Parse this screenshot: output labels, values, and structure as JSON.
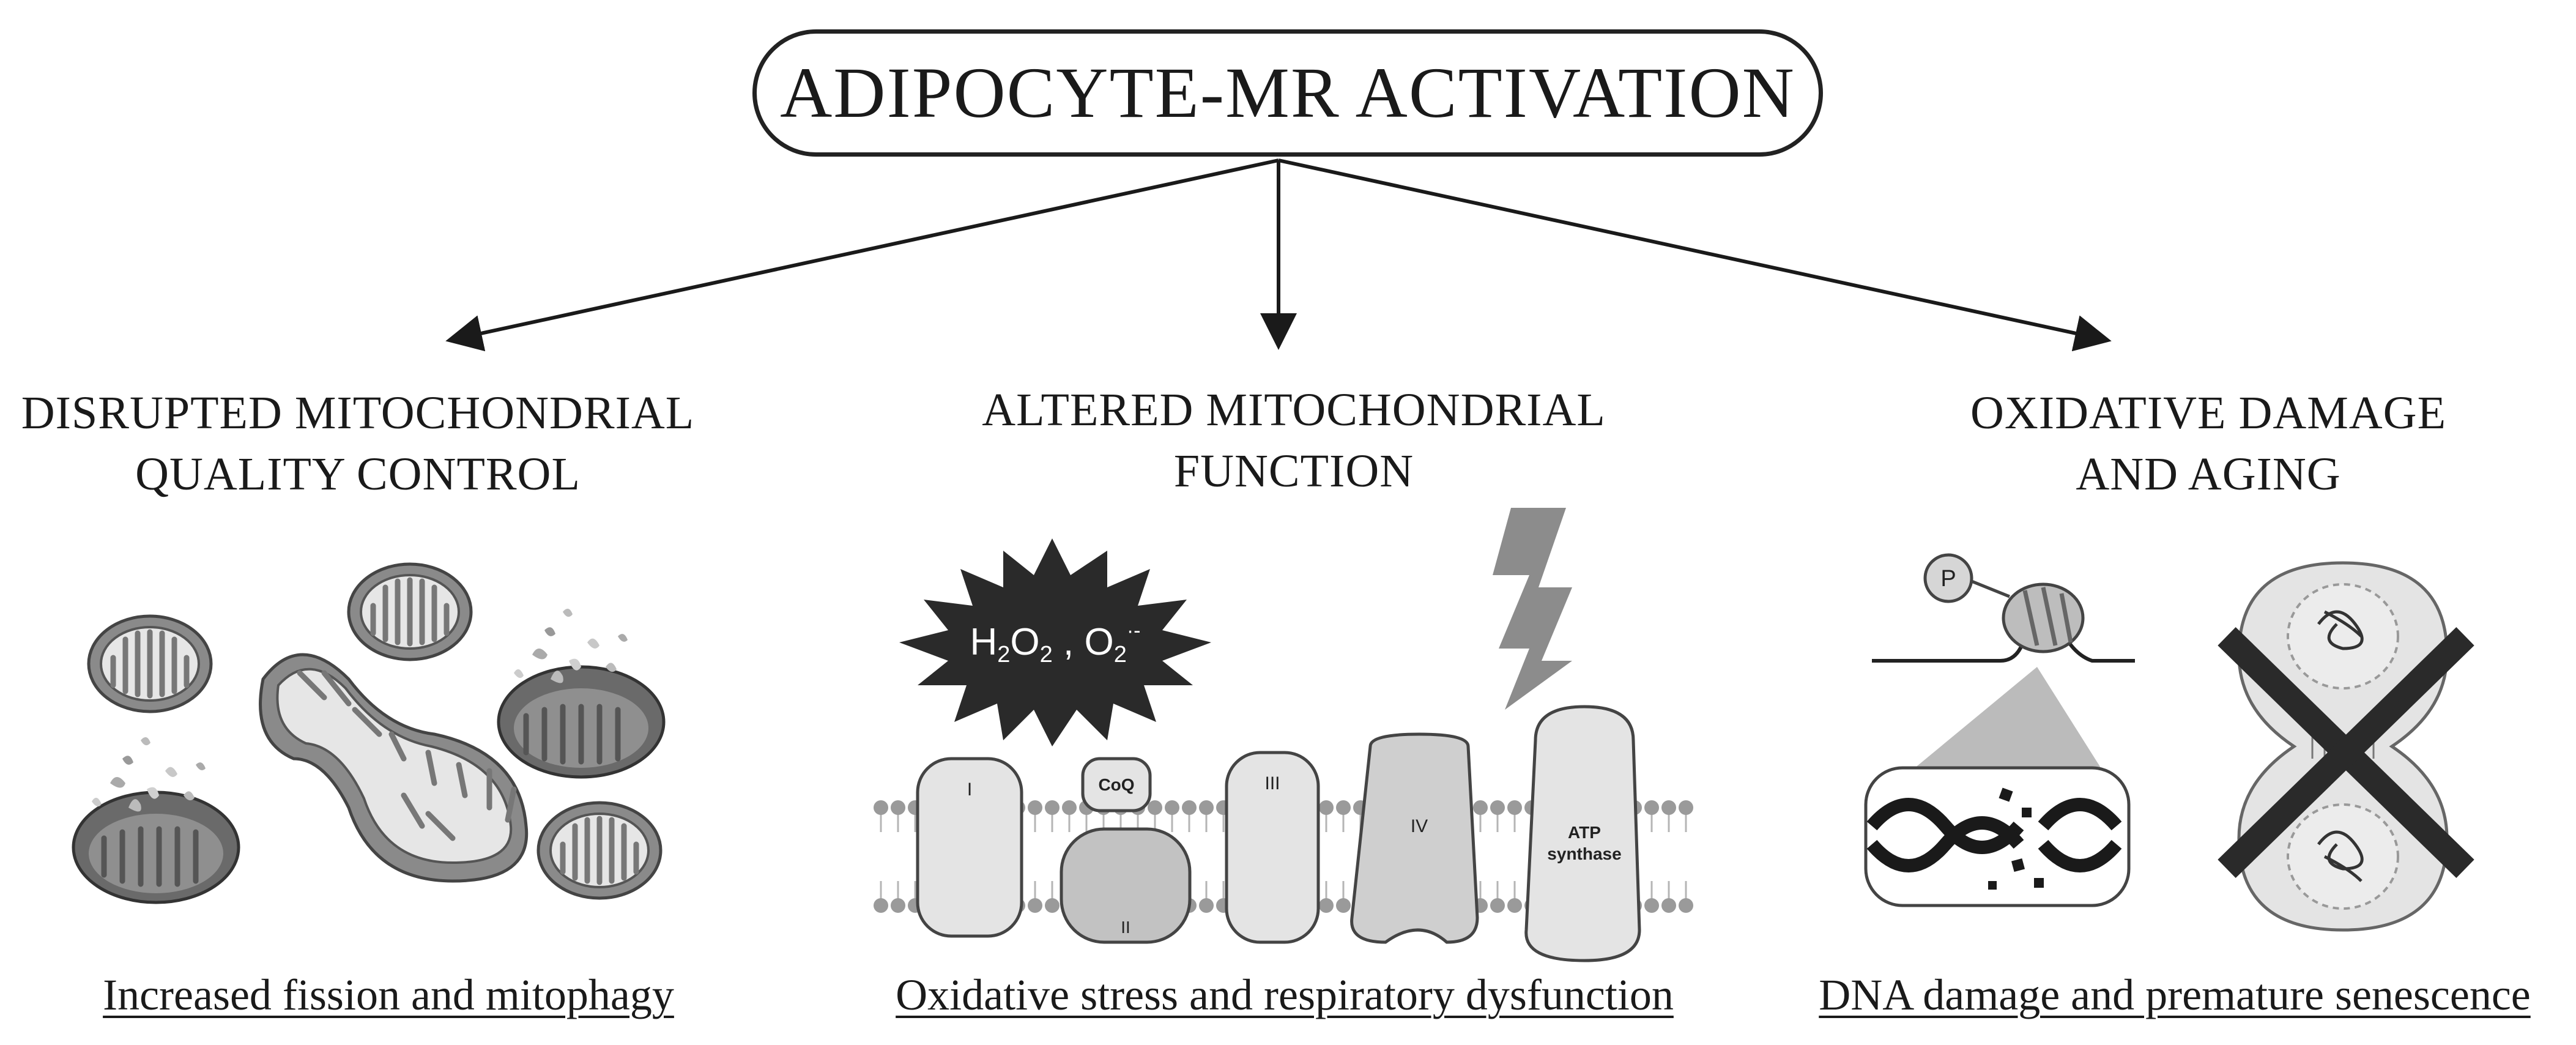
{
  "title": "ADIPOCYTE-MR ACTIVATION",
  "columns": [
    {
      "heading_line1": "DISRUPTED MITOCHONDRIAL",
      "heading_line2": "QUALITY CONTROL",
      "caption": "Increased fission and mitophagy"
    },
    {
      "heading_line1": "ALTERED MITOCHONDRIAL",
      "heading_line2": "FUNCTION",
      "caption": "Oxidative stress and respiratory dysfunction"
    },
    {
      "heading_line1": "OXIDATIVE DAMAGE",
      "heading_line2": "AND AGING",
      "caption": "DNA damage and premature senescence"
    }
  ],
  "ros": {
    "h": "H",
    "h_sub": "2",
    "o": "O",
    "o_sub": "2",
    "sep": " , ",
    "o2": "O",
    "o2_sub": "2",
    "o2_sup": "·-"
  },
  "etc_labels": {
    "complex1": "I",
    "coq": "CoQ",
    "complex2": "II",
    "complex3": "III",
    "complex4": "IV",
    "atp_line1": "ATP",
    "atp_line2": "synthase"
  },
  "phospho_label": "P",
  "colors": {
    "ink": "#1a1a1a",
    "mito_outer": "#8a8a8a",
    "mito_inner": "#e6e6e6",
    "membrane": "#9a9a9a",
    "complex_fill": "#e4e4e4",
    "complex2_fill": "#c2c2c2",
    "bolt": "#8c8c8c"
  }
}
